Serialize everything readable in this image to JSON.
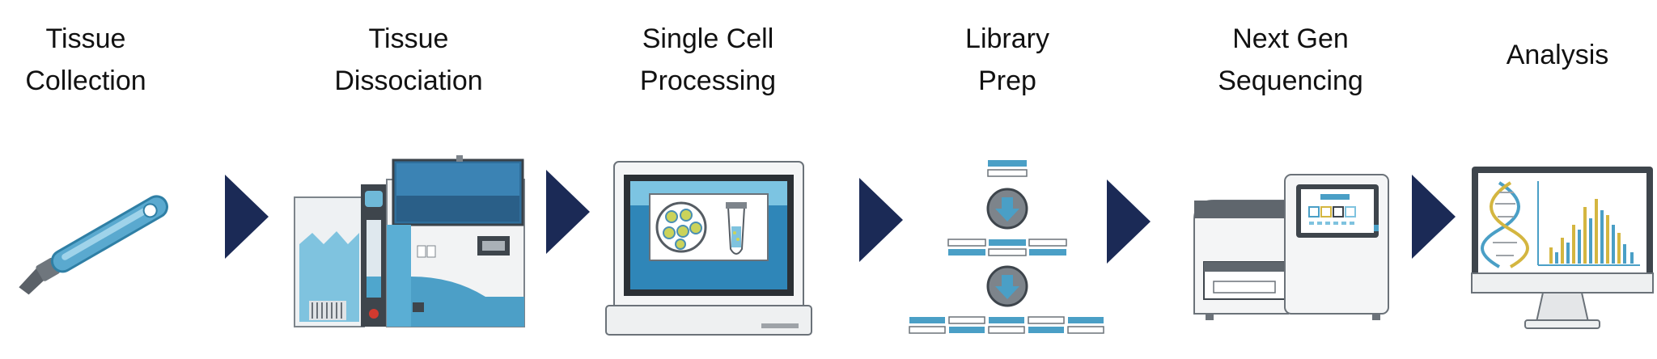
{
  "steps": [
    {
      "line1": "Tissue",
      "line2": "Collection",
      "icon": "scalpel-icon"
    },
    {
      "line1": "Tissue",
      "line2": "Dissociation",
      "icon": "dissociator-instrument-icon"
    },
    {
      "line1": "Single Cell",
      "line2": "Processing",
      "icon": "cell-processor-icon"
    },
    {
      "line1": "Library",
      "line2": "Prep",
      "icon": "library-prep-icon"
    },
    {
      "line1": "Next Gen",
      "line2": "Sequencing",
      "icon": "sequencer-icon"
    },
    {
      "line1": "Analysis",
      "line2": "",
      "icon": "analysis-monitor-icon"
    }
  ],
  "colors": {
    "arrow": "#1b2a56",
    "accent_blue": "#4a9fc6",
    "light_blue": "#8ec9e0",
    "dark_gray": "#4a4f55",
    "mid_gray": "#9ea3a8",
    "light_gray": "#e4e6e8",
    "chart_yellow": "#d4b640"
  }
}
